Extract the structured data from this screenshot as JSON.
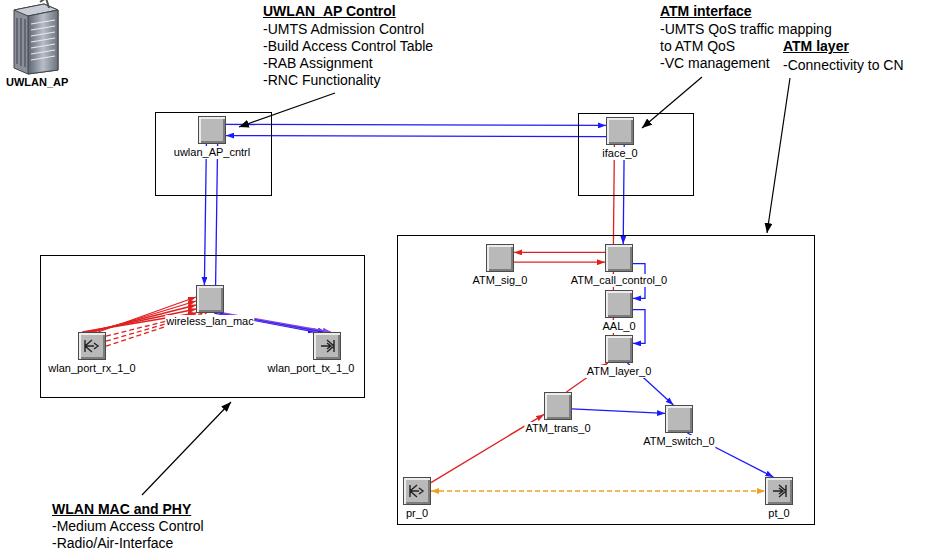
{
  "diagram": {
    "nodes": [
      {
        "text": [
          "UWLAN_AP Control",
          "-UMTS Admission Control",
          "-Build Access Control Table",
          "-RAB Assignment",
          "-RNC Functionality"
        ]
      },
      {
        "text": [
          "uwlan_AP_cntrl"
        ],
        "in": 0
      },
      {
        "text": [
          "ATM interface",
          "-UMTS QoS traffic mapping to ATM QoS",
          "-VC management"
        ]
      },
      {
        "text": [
          "iface_0"
        ],
        "in": 2
      },
      {
        "text": [
          "WLAN MAC and PHY",
          "-Medium Access Control",
          "-Radio/Air-Interface"
        ]
      },
      {
        "text": [
          "wireless_lan_mac"
        ],
        "in": 4
      },
      {
        "text": [
          "wlan_port_rx_1_0"
        ],
        "in": 4
      },
      {
        "text": [
          "wlan_port_tx_1_0"
        ],
        "in": 4
      },
      {
        "text": [
          "ATM layer",
          "-Connectivity to CN"
        ]
      },
      {
        "text": [
          "ATM_sig_0"
        ],
        "in": 8
      },
      {
        "text": [
          "ATM_call_control_0"
        ],
        "in": 8
      },
      {
        "text": [
          "AAL_0"
        ],
        "in": 8
      },
      {
        "text": [
          "ATM_layer_0"
        ],
        "in": 8
      },
      {
        "text": [
          "ATM_trans_0"
        ],
        "in": 8
      },
      {
        "text": [
          "ATM_switch_0"
        ],
        "in": 8
      },
      {
        "text": [
          "pr_0"
        ],
        "in": 8
      },
      {
        "text": [
          "pt_0"
        ],
        "in": 8
      }
    ],
    "edges": [
      {
        "from": 1,
        "to": 3,
        "arrow": "to"
      },
      {
        "from": 3,
        "to": 1,
        "arrow": "to"
      },
      {
        "from": 1,
        "to": 5,
        "arrow": "to"
      },
      {
        "from": 5,
        "to": 1,
        "arrow": "to"
      },
      {
        "from": 6,
        "to": 5,
        "arrow": "to"
      },
      {
        "from": 6,
        "to": 5,
        "arrow": "none"
      },
      {
        "from": 5,
        "to": 7,
        "arrow": "to"
      },
      {
        "from": 3,
        "to": 10,
        "arrow": "to"
      },
      {
        "from": 10,
        "to": 3,
        "arrow": "to"
      },
      {
        "from": 9,
        "to": 10,
        "arrow": "to"
      },
      {
        "from": 10,
        "to": 9,
        "arrow": "to"
      },
      {
        "from": 11,
        "to": 10,
        "arrow": "to"
      },
      {
        "from": 10,
        "to": 11,
        "arrow": "to"
      },
      {
        "from": 12,
        "to": 11,
        "arrow": "to"
      },
      {
        "from": 11,
        "to": 12,
        "arrow": "to"
      },
      {
        "from": 13,
        "to": 12,
        "arrow": "to"
      },
      {
        "from": 12,
        "to": 14,
        "arrow": "to"
      },
      {
        "from": 13,
        "to": 14,
        "arrow": "to"
      },
      {
        "from": 15,
        "to": 13,
        "arrow": "to"
      },
      {
        "from": 14,
        "to": 16,
        "arrow": "to"
      },
      {
        "from": 15,
        "to": 16,
        "arrow": "both"
      }
    ],
    "labels": [
      "UWLAN_AP"
    ]
  }
}
